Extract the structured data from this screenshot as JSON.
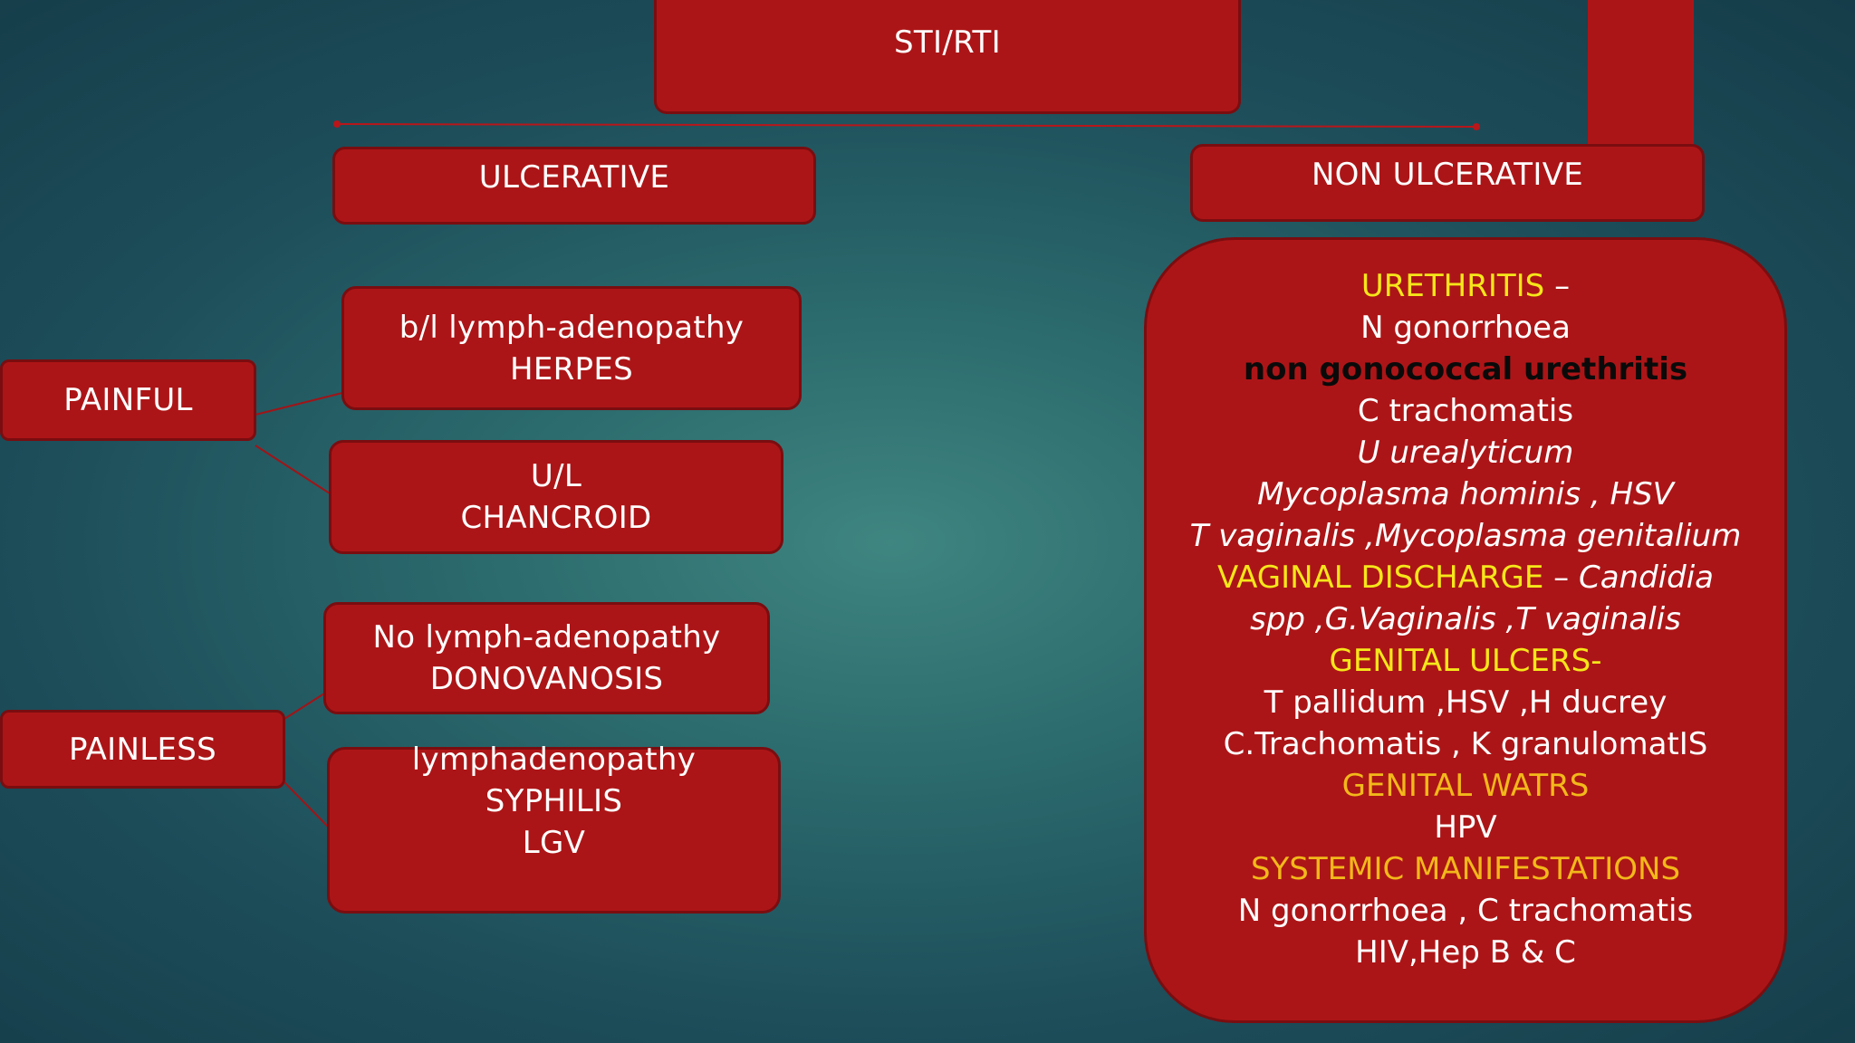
{
  "root": {
    "label": "STI/RTI"
  },
  "ulcerative": {
    "label": "ULCERATIVE"
  },
  "non_ulcerative": {
    "label": "NON ULCERATIVE"
  },
  "painful": {
    "label": "PAINFUL"
  },
  "painless": {
    "label": "PAINLESS"
  },
  "herpes_box": {
    "line1": "b/l lymph-adenopathy",
    "line2": "HERPES"
  },
  "chancroid_box": {
    "line1": "U/L",
    "line2": "CHANCROID"
  },
  "donovanosis_box": {
    "line1": "No lymph-adenopathy",
    "line2": "DONOVANOSIS"
  },
  "syphilis_box": {
    "line1": "lymphadenopathy",
    "line2": "SYPHILIS",
    "line3": "LGV"
  },
  "non_ulcerative_details": {
    "urethritis_heading": "URETHRITIS",
    "urethritis_dash": " –",
    "ng": "N gonorrhoea",
    "ngu": "non gonococcal urethritis",
    "ct": "C trachomatis",
    "uu": "U urealyticum",
    "mh": "Mycoplasma hominis , HSV",
    "tv_mg": "T vaginalis ,Mycoplasma genitalium",
    "vd_heading": "VAGINAL DISCHARGE",
    "vd_dash": " – ",
    "vd_candida": "Candidia",
    "vd_line2": "spp ,G.Vaginalis ,T vaginalis",
    "gu_heading": "GENITAL ULCERS-",
    "gu_line1": "T pallidum ,HSV ,H ducrey",
    "gu_line2": "C.Trachomatis , K granulomatIS",
    "gw_heading": "GENITAL WATRS",
    "gw_line1": "HPV",
    "sm_heading": "SYSTEMIC MANIFESTATIONS",
    "sm_line1": "N gonorrhoea , C trachomatis",
    "sm_line2": "HIV,Hep B & C"
  },
  "colors": {
    "box_red": "#ac1517",
    "heading_yellow": "#f5e61a",
    "heading_gold": "#f2b81a"
  }
}
